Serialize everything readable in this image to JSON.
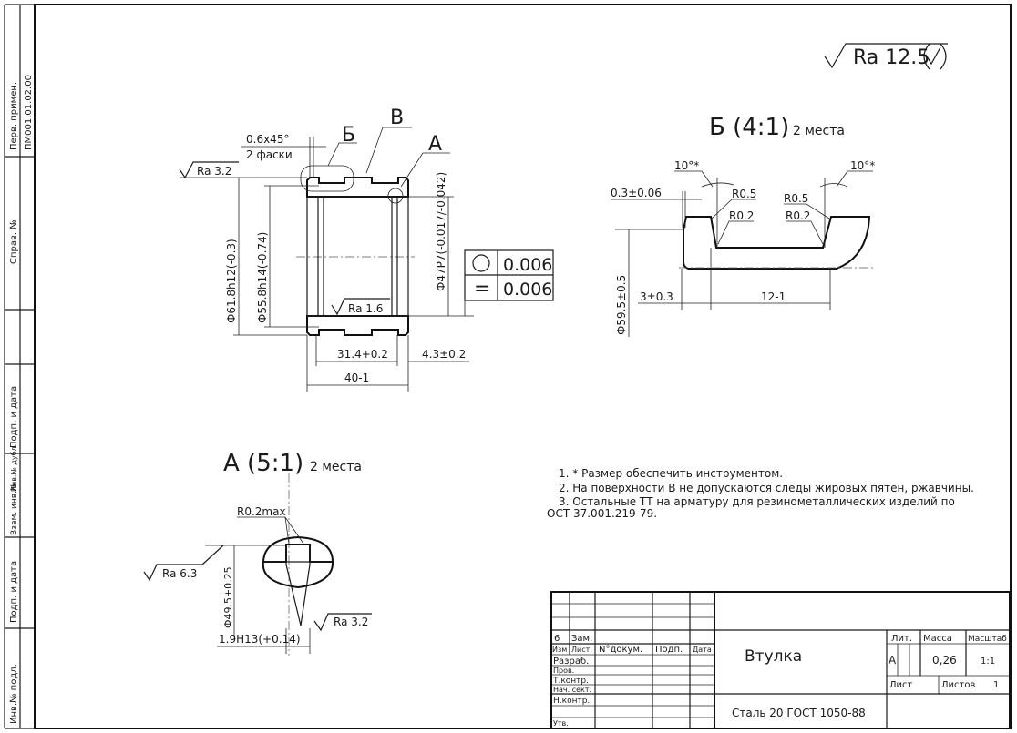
{
  "side_stamp": {
    "perv_primen": "Перв. примен.",
    "perv_primen_value": "ПМ001.01.02.00",
    "sprav_no": "Справ. №",
    "podp_data_1": "Подп. и дата",
    "inv_dubl": "Инв.№ дубл.",
    "vzam_inv": "Взам. инв.№",
    "podp_data_2": "Подп. и дата",
    "inv_podl": "Инв.№ подл."
  },
  "roughness_general": {
    "label": "Ra 12.5"
  },
  "main_view": {
    "label_b": "Б",
    "label_v": "В",
    "label_a": "А",
    "chamfer": "0.6x45°",
    "chamfer_note": "2 фаски",
    "ra_outer": "Ra 3.2",
    "ra_inner": "Ra 1.6",
    "dia_outer": "Ф61.8h12(-0.3)",
    "dia_groove": "Ф55.8h14(-0.74)",
    "dia_bore": "Ф47P7(-0.017/-0.042)",
    "len_inner": "31.4+0.2",
    "len_end": "4.3±0.2",
    "len_total": "40-1",
    "tolerance": [
      {
        "symbol": "○",
        "value": "0.006"
      },
      {
        "symbol": "=",
        "value": "0.006"
      }
    ]
  },
  "detail_b": {
    "title": "Б (4:1)",
    "places": "2 места",
    "angle_left": "10°*",
    "angle_right": "10°*",
    "chamfer": "0.3±0.06",
    "r05_left": "R0.5",
    "r02_left": "R0.2",
    "r05_right": "R0.5",
    "r02_right": "R0.2",
    "dia": "Ф59.5±0.5",
    "dim_left": "3±0.3",
    "dim_width": "12-1"
  },
  "detail_a": {
    "title": "А (5:1)",
    "places": "2 места",
    "radius": "R0.2max",
    "ra_left": "Ra 6.3",
    "ra_right": "Ra 3.2",
    "dia": "Ф49.5+0.25",
    "width": "1.9H13(+0.14)"
  },
  "notes": [
    "1. * Размер обеспечить инструментом.",
    "2. На поверхности В не допускаются следы жировых пятен, ржавчины.",
    "3. Остальные ТТ на арматуру для резинометаллических изделий по",
    "ОСТ 37.001.219-79."
  ],
  "title_block": {
    "change_no": "6",
    "change_text": "Зам.",
    "headers": [
      "Изм",
      "Лист.",
      "N°докум.",
      "Подп.",
      "Дата"
    ],
    "roles": [
      "Разраб.",
      "Пров.",
      "Т.контр.",
      "Нач. сект.",
      "Н.контр.",
      "Утв."
    ],
    "part_name": "Втулка",
    "material": "Сталь 20 ГОСТ 1050-88",
    "lit_label": "Лит.",
    "mass_label": "Масса",
    "scale_label": "Масштаб",
    "lit_value": "А",
    "mass_value": "0,26",
    "scale_value": "1:1",
    "sheet_label": "Лист",
    "sheets_label": "Листов",
    "sheets_value": "1"
  }
}
